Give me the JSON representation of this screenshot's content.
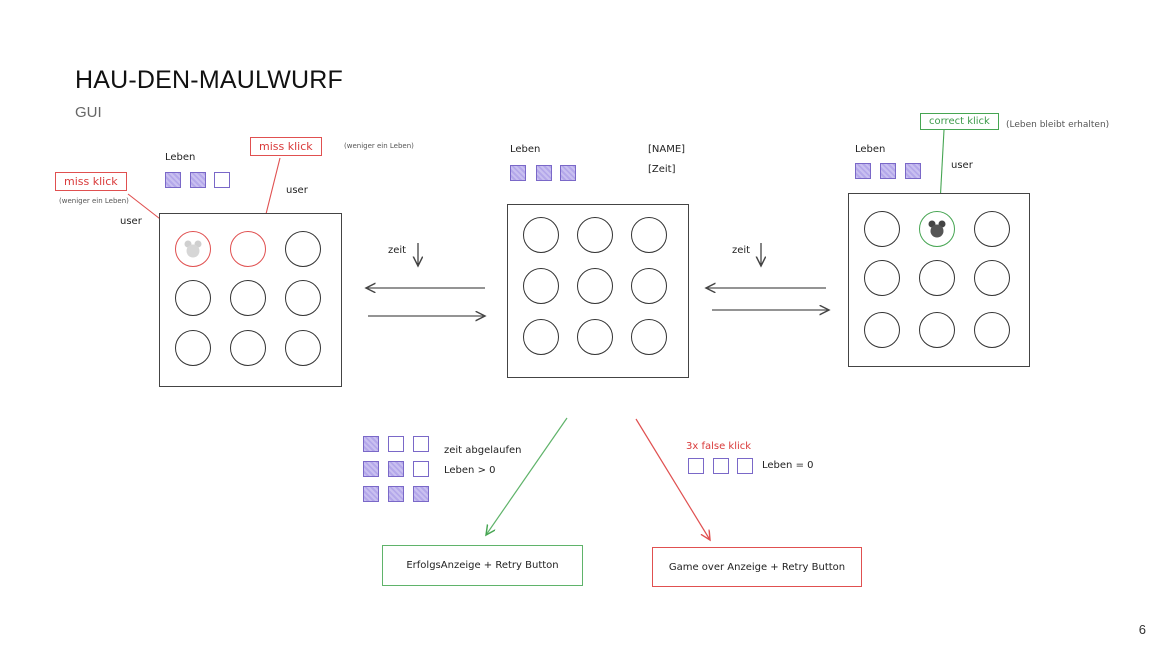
{
  "slide": {
    "title": "HAU-DEN-MAULWURF",
    "subtitle": "GUI",
    "page": "6"
  },
  "left": {
    "leben": "Leben",
    "miss1": "miss klick",
    "miss1_note": "(weniger ein Leben)",
    "miss2": "miss klick",
    "miss2_note": "(weniger ein Leben)",
    "user_a": "user",
    "user_b": "user"
  },
  "middle": {
    "leben": "Leben",
    "name": "[NAME]",
    "zeit": "[Zeit]"
  },
  "right": {
    "leben": "Leben",
    "correct": "correct klick",
    "correct_note": "(Leben bleibt erhalten)",
    "user": "user"
  },
  "zeit_left": "zeit",
  "zeit_right": "zeit",
  "bottom": {
    "zeit_abgelaufen": "zeit abgelaufen",
    "leben_gt": "Leben > 0",
    "false_klick": "3x false klick",
    "leben_eq": "Leben = 0",
    "success": "ErfolgsAnzeige + Retry Button",
    "gameover": "Game over Anzeige + Retry Button"
  },
  "colors": {
    "red": "#e05050",
    "green": "#46a552",
    "purple": "#7a68c8"
  }
}
